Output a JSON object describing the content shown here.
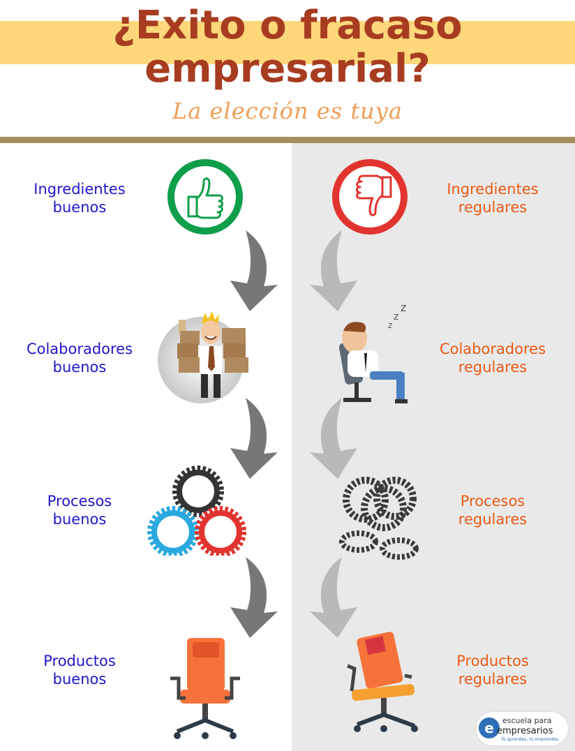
{
  "header": {
    "title_line1": "¿Exito o fracaso",
    "title_line2": "empresarial?",
    "subtitle": "La elección es tuya"
  },
  "left_column": {
    "rows": [
      {
        "label": "Ingredientes\nbuenos",
        "icon": "thumbs-up-icon"
      },
      {
        "label": "Colaboradores\nbuenos",
        "icon": "motivated-worker-icon"
      },
      {
        "label": "Procesos\nbuenos",
        "icon": "aligned-gears-icon"
      },
      {
        "label": "Productos\nbuenos",
        "icon": "office-chair-icon"
      }
    ]
  },
  "right_column": {
    "rows": [
      {
        "label": "Ingredientes\nregulares",
        "icon": "thumbs-down-icon"
      },
      {
        "label": "Colaboradores\nregulares",
        "icon": "sleeping-worker-icon"
      },
      {
        "label": "Procesos\nregulares",
        "icon": "tangled-gears-icon"
      },
      {
        "label": "Productos\nregulares",
        "icon": "broken-chair-icon"
      }
    ]
  },
  "logo": {
    "line1": "escuela para",
    "line2": "empresarios",
    "line3": "Tú aprendes, tú emprendes."
  },
  "colors": {
    "title": "#a73c20",
    "title_band": "#fdd77a",
    "subtitle": "#ee9e55",
    "left_label": "#1e16c8",
    "right_label": "#ea5a14",
    "good_circle": "#0f9e4a",
    "bad_circle": "#e2342f",
    "arrow_good": "#777777",
    "arrow_bad": "#b9b9b9"
  }
}
